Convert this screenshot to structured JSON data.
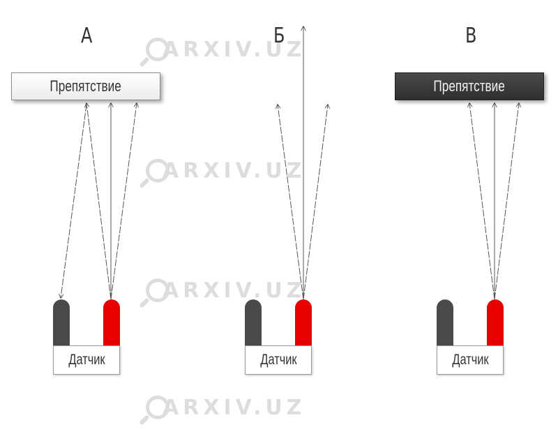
{
  "watermark_text": "ARXIV.UZ",
  "panels": [
    {
      "letter": "А",
      "obstacle": "Препятствие",
      "sensor": "Датчик"
    },
    {
      "letter": "Б",
      "sensor": "Датчик"
    },
    {
      "letter": "В",
      "obstacle": "Препятствие",
      "sensor": "Датчик"
    }
  ],
  "colors": {
    "emitter": "#e60000",
    "receiver": "#4a4a4a",
    "light_obstacle": "#f4f4f4",
    "dark_obstacle": "#363636"
  }
}
